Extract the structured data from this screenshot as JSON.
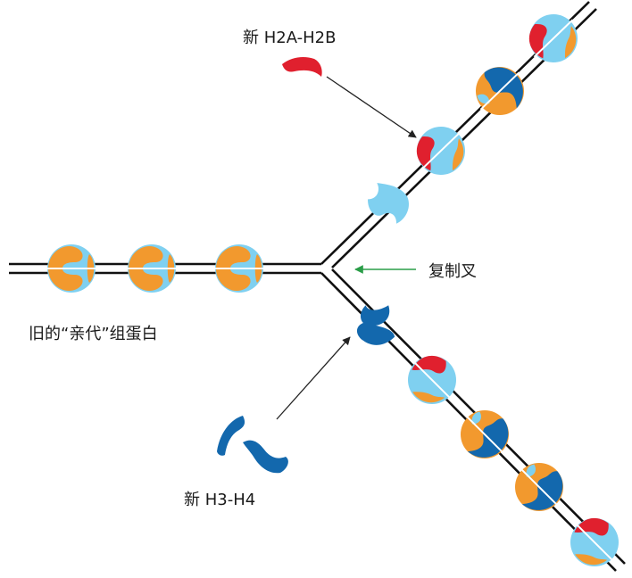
{
  "labels": {
    "new_h2a_h2b": "新 H2A-H2B",
    "replication_fork": "复制叉",
    "old_parental_histones": "旧的“亲代”组蛋白",
    "new_h3_h4": "新 H3-H4"
  },
  "colors": {
    "dna_strand": "#111111",
    "old_histone_orange": "#f2992e",
    "h3h4_light_blue": "#7fd0f0",
    "h3h4_dark_blue": "#1368ad",
    "h2a_h2b_red": "#e0202e",
    "axis_line": "#ffffff",
    "fork_arrow": "#2a9d48",
    "pointer_arrow": "#222222"
  },
  "icons": {
    "nucleosome": "nucleosome-icon",
    "new_h2a_h2b_dimer": "h2a-h2b-dimer-icon",
    "new_h3_h4_tetramer": "h3-h4-tetramer-icon",
    "fork_arrow": "arrow-left-icon"
  }
}
